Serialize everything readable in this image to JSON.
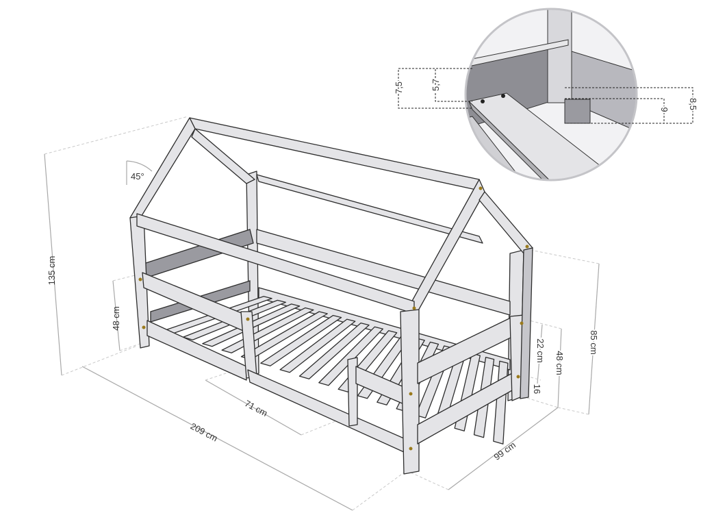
{
  "dimensions": {
    "total_height": "135 cm",
    "rail_height_left": "48 cm",
    "roof_angle": "45°",
    "opening_width": "71 cm",
    "length": "209 cm",
    "width": "99 cm",
    "rail_top_gap": "22 cm",
    "rail_height_right": "48 cm",
    "rail_bottom": "16",
    "side_height": "85 cm"
  },
  "detail_inset": {
    "rail_height": "7,5",
    "slat_offset": "5,7",
    "support_height": "9",
    "frame_height": "8,5"
  },
  "colors": {
    "wood": "#e4e4e7",
    "shadow": "#9a9aa0",
    "outline": "#2d2d2d",
    "dimension": "#a8a8a8",
    "bolt": "#9a7a1c"
  }
}
